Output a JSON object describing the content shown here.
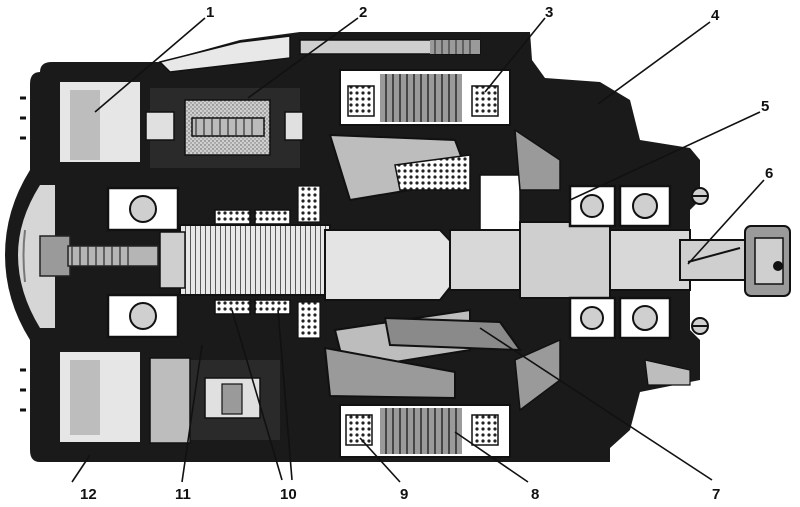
{
  "callouts": [
    {
      "id": "1",
      "text": "1"
    },
    {
      "id": "2",
      "text": "2"
    },
    {
      "id": "3",
      "text": "3"
    },
    {
      "id": "4",
      "text": "4"
    },
    {
      "id": "5",
      "text": "5"
    },
    {
      "id": "6",
      "text": "6"
    },
    {
      "id": "7",
      "text": "7"
    },
    {
      "id": "8",
      "text": "8"
    },
    {
      "id": "9",
      "text": "9"
    },
    {
      "id": "10",
      "text": "10"
    },
    {
      "id": "11",
      "text": "11"
    },
    {
      "id": "12",
      "text": "12"
    }
  ],
  "colors": {
    "ink": "#1a1a1a",
    "metal": "#9a9a9a",
    "light_metal": "#d2d2d2",
    "paper": "#ffffff"
  }
}
